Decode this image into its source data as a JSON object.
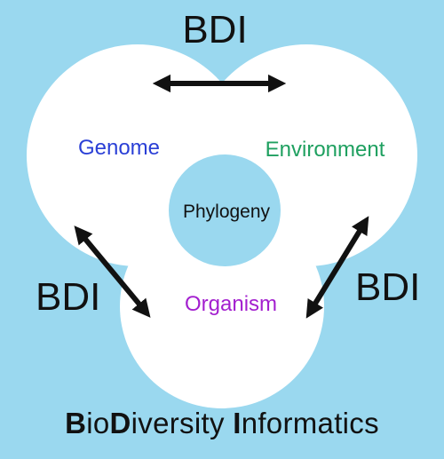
{
  "labels": {
    "genome": "Genome",
    "environment": "Environment",
    "organism": "Organism",
    "phylogeny": "Phylogeny"
  },
  "arrow_labels": {
    "top": "BDI",
    "left": "BDI",
    "right": "BDI"
  },
  "footer": {
    "part1_bold": "B",
    "part2": "io",
    "part3_bold": "D",
    "part4": "iversity ",
    "part5_bold": "I",
    "part6": "nformatics"
  },
  "colors": {
    "background": "#9ad8ef",
    "circles": "#ffffff",
    "genome": "#2a3fd6",
    "environment": "#1fa060",
    "organism": "#a31fcf",
    "text": "#111111"
  }
}
